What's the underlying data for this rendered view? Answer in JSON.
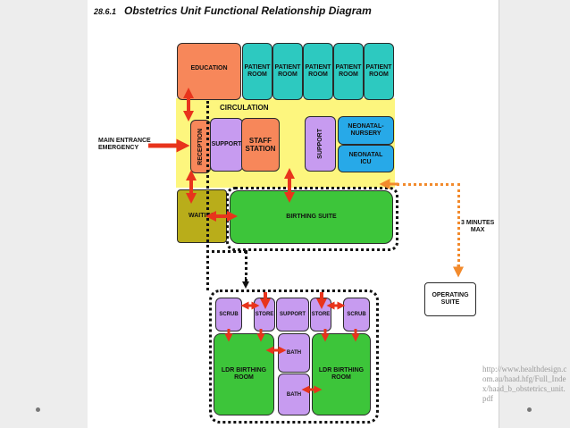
{
  "title": {
    "number": "28.6.1",
    "text": "Obstetrics Unit Functional Relationship Diagram"
  },
  "rooms": {
    "education": "EDUCATION",
    "patient_room": "PATIENT\nROOM",
    "circulation": "CIRCULATION",
    "reception": "RECEPTION",
    "support": "SUPPORT",
    "staff_station": "STAFF\nSTATION",
    "support_vertical": "SUPPORT",
    "neonatal_nursery": "NEONATAL-\nNURSERY",
    "neonatal_icu": "NEONATAL\nICU",
    "waiting": "WAITING",
    "birthing_suite": "BIRTHING SUITE",
    "operating_suite": "OPERATING\nSUITE",
    "scrub": "SCRUB",
    "store": "STORE",
    "support_small": "SUPPORT",
    "bath": "BATH",
    "ldr_birthing_room": "LDR BIRTHING\nROOM"
  },
  "labels": {
    "main_entrance": "MAIN ENTRANCE\nEMERGENCY",
    "three_minutes": "3 MINUTES\nMAX"
  },
  "source": "http://www.healthdesign.com.au/haad.hfg/Full_Index/haad_b_obstetrics_unit.pdf",
  "colors": {
    "orange": "#f7875a",
    "teal": "#2dc9c0",
    "purple": "#c79bf0",
    "cyan": "#27a9e8",
    "green": "#3dc53a",
    "olive": "#b9ad1a",
    "yellow": "#fdf67e",
    "arrow_red": "#e8341c",
    "arrow_orange": "#f28a2c"
  }
}
